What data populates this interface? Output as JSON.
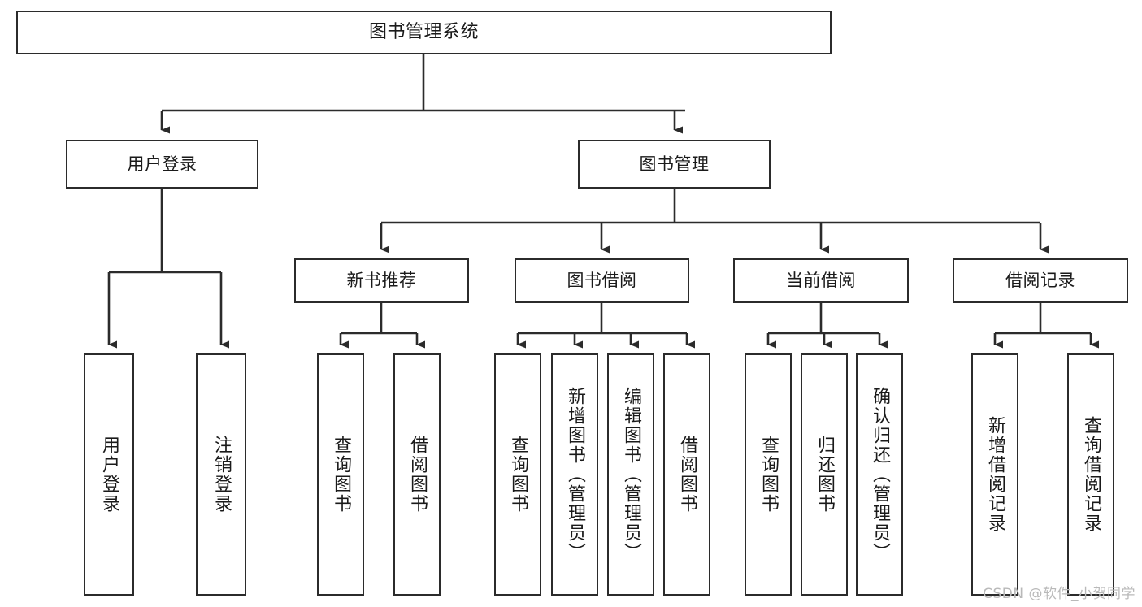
{
  "diagram": {
    "title": "图书管理系统",
    "type": "tree",
    "watermark": "CSDN @软件_小贺同学",
    "colors": {
      "stroke": "#2b2b2b",
      "fill": "#ffffff",
      "text": "#1a1a1a",
      "watermark": "#b9b9b9"
    },
    "nodes": {
      "root": {
        "label": "图书管理系统",
        "level": 0
      },
      "l1": [
        {
          "id": "user-login",
          "label": "用户登录",
          "level": 1
        },
        {
          "id": "book-manage",
          "label": "图书管理",
          "level": 1
        }
      ],
      "l2": [
        {
          "id": "new-book-rec",
          "label": "新书推荐",
          "level": 2,
          "parent": "book-manage"
        },
        {
          "id": "book-borrow",
          "label": "图书借阅",
          "level": 2,
          "parent": "book-manage"
        },
        {
          "id": "current-borrow",
          "label": "当前借阅",
          "level": 2,
          "parent": "book-manage"
        },
        {
          "id": "borrow-record",
          "label": "借阅记录",
          "level": 2,
          "parent": "book-manage"
        }
      ],
      "leaves": [
        {
          "id": "leaf-user-login",
          "label": "用户登录",
          "parent": "user-login"
        },
        {
          "id": "leaf-logout",
          "label": "注销登录",
          "parent": "user-login"
        },
        {
          "id": "leaf-query-book-rec",
          "label": "查询图书",
          "parent": "new-book-rec"
        },
        {
          "id": "leaf-borrow-book-rec",
          "label": "借阅图书",
          "parent": "new-book-rec"
        },
        {
          "id": "leaf-query-book-borrow",
          "label": "查询图书",
          "parent": "book-borrow"
        },
        {
          "id": "leaf-add-book",
          "label": "新增图书（管理员）",
          "parent": "book-borrow"
        },
        {
          "id": "leaf-edit-book",
          "label": "编辑图书（管理员）",
          "parent": "book-borrow"
        },
        {
          "id": "leaf-borrow-book",
          "label": "借阅图书",
          "parent": "book-borrow"
        },
        {
          "id": "leaf-query-book-cur",
          "label": "查询图书",
          "parent": "current-borrow"
        },
        {
          "id": "leaf-return-book",
          "label": "归还图书",
          "parent": "current-borrow"
        },
        {
          "id": "leaf-confirm-return",
          "label": "确认归还（管理员）",
          "parent": "current-borrow"
        },
        {
          "id": "leaf-add-record",
          "label": "新增借阅记录",
          "parent": "borrow-record"
        },
        {
          "id": "leaf-query-record",
          "label": "查询借阅记录",
          "parent": "borrow-record"
        }
      ]
    }
  }
}
